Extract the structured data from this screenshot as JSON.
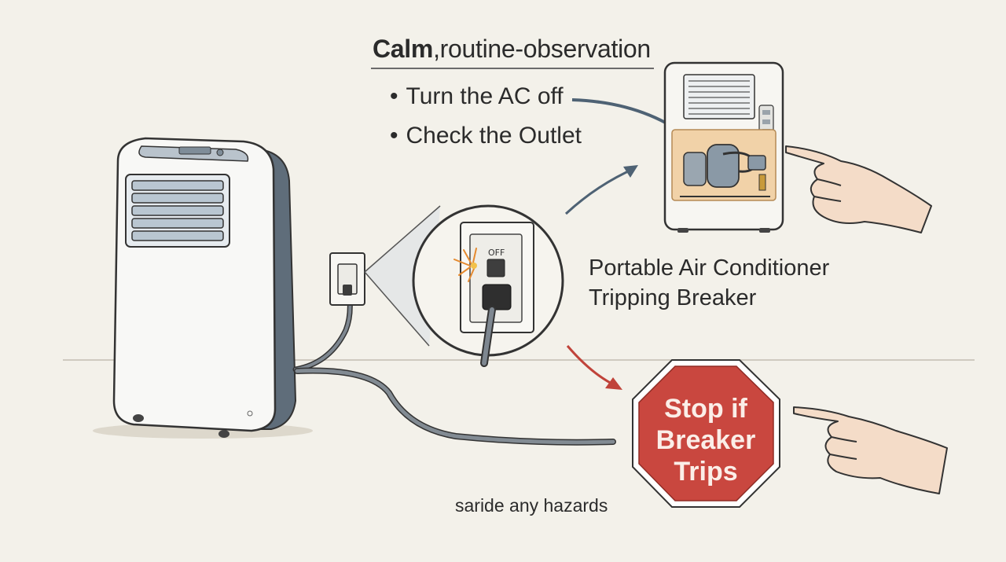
{
  "heading": {
    "bold": "Calm",
    "rest": ",routine-observation"
  },
  "steps": [
    {
      "bullet": "•",
      "text": "Turn the AC off"
    },
    {
      "bullet": "•",
      "text": "Check the Outlet"
    }
  ],
  "subject_label": {
    "line1": "Portable Air Conditioner",
    "line2": "Tripping Breaker"
  },
  "breaker_switch": {
    "state_label": "OFF"
  },
  "stop_sign": {
    "lines": [
      "Stop if",
      "Breaker",
      "Trips"
    ],
    "color": "#c9473f"
  },
  "footnote": "saride any hazards",
  "icons": [
    "portable-ac-unit-icon",
    "wall-outlet-icon",
    "magnifier-circle-icon",
    "ac-interior-compressor-icon",
    "pointing-hand-icon",
    "stop-sign-icon",
    "spark-icon"
  ],
  "colors": {
    "background": "#f3f1ea",
    "arrow_blue": "#4e6274",
    "arrow_red": "#c0433a",
    "ink": "#2b2b2b"
  }
}
